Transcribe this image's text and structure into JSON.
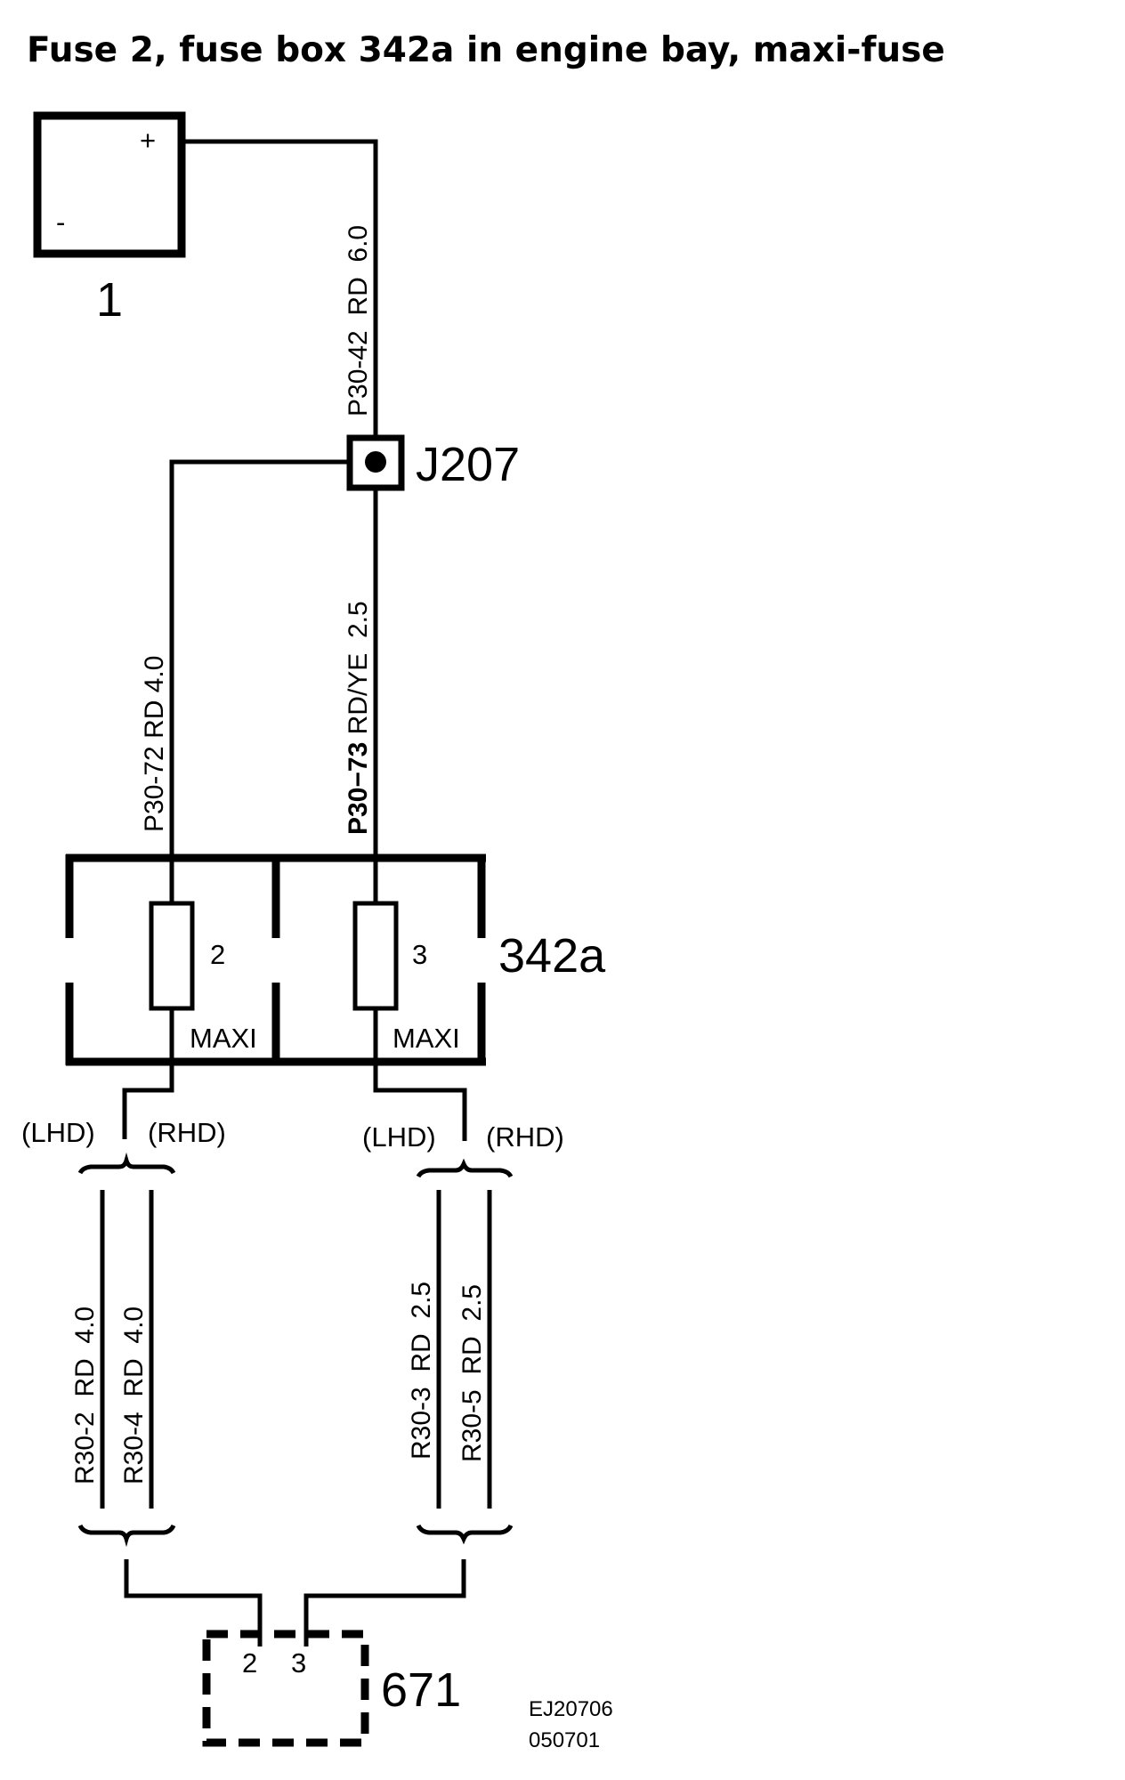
{
  "title": "Fuse 2, fuse box 342a in engine bay, maxi-fuse",
  "battery": {
    "id": "1",
    "plus": "+",
    "minus": "-"
  },
  "junction": {
    "id": "J207"
  },
  "fusebox": {
    "id": "342a",
    "fuses": [
      {
        "number": "2",
        "type": "MAXI"
      },
      {
        "number": "3",
        "type": "MAXI"
      }
    ]
  },
  "connector": {
    "id": "671",
    "pins": [
      "2",
      "3"
    ]
  },
  "wires": {
    "battery_to_j207": "P30-42  RD  6.0",
    "j207_to_fuse2": "P30-72 RD 4.0",
    "j207_to_fuse3_bold": "P30−73",
    "j207_to_fuse3_rest": " RD/YE  2.5",
    "lhd_fuse2": "R30-2  RD  4.0",
    "rhd_fuse2": "R30-4  RD  4.0",
    "lhd_fuse3": "R30-3  RD  2.5",
    "rhd_fuse3": "R30-5  RD  2.5"
  },
  "variants": {
    "lhd": "(LHD)",
    "rhd": "(RHD)"
  },
  "footer": {
    "code": "EJ20706",
    "date": "050701"
  }
}
